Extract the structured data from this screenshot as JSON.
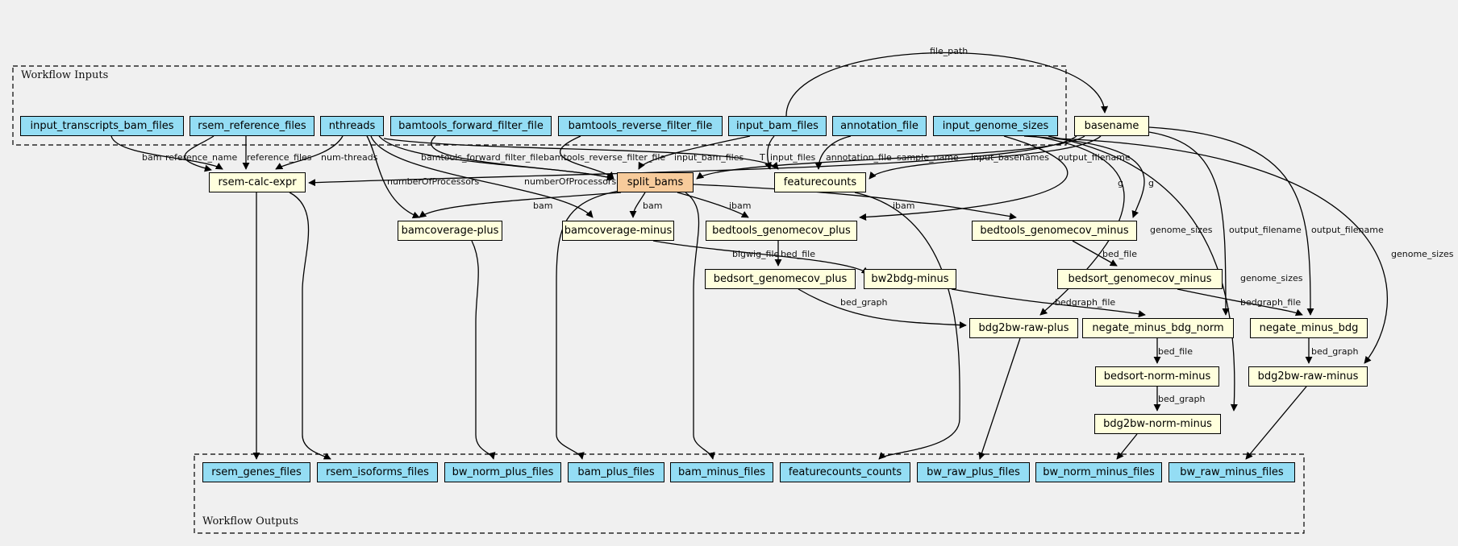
{
  "clusters": {
    "inputs": "Workflow Inputs",
    "outputs": "Workflow Outputs"
  },
  "inputs": {
    "input_transcripts_bam_files": "input_transcripts_bam_files",
    "rsem_reference_files": "rsem_reference_files",
    "nthreads": "nthreads",
    "bamtools_forward_filter_file": "bamtools_forward_filter_file",
    "bamtools_reverse_filter_file": "bamtools_reverse_filter_file",
    "input_bam_files": "input_bam_files",
    "annotation_file": "annotation_file",
    "input_genome_sizes": "input_genome_sizes"
  },
  "steps": {
    "basename": "basename",
    "rsem_calc_expr": "rsem-calc-expr",
    "split_bams": "split_bams",
    "featurecounts": "featurecounts",
    "bamcoverage_plus": "bamcoverage-plus",
    "bamcoverage_minus": "bamcoverage-minus",
    "bedtools_genomecov_plus": "bedtools_genomecov_plus",
    "bedtools_genomecov_minus": "bedtools_genomecov_minus",
    "bedsort_genomecov_plus": "bedsort_genomecov_plus",
    "bw2bdg_minus": "bw2bdg-minus",
    "bedsort_genomecov_minus": "bedsort_genomecov_minus",
    "bdg2bw_raw_plus": "bdg2bw-raw-plus",
    "negate_minus_bdg_norm": "negate_minus_bdg_norm",
    "negate_minus_bdg": "negate_minus_bdg",
    "bedsort_norm_minus": "bedsort-norm-minus",
    "bdg2bw_raw_minus": "bdg2bw-raw-minus",
    "bdg2bw_norm_minus": "bdg2bw-norm-minus"
  },
  "outputs": {
    "rsem_genes_files": "rsem_genes_files",
    "rsem_isoforms_files": "rsem_isoforms_files",
    "bw_norm_plus_files": "bw_norm_plus_files",
    "bam_plus_files": "bam_plus_files",
    "bam_minus_files": "bam_minus_files",
    "featurecounts_counts": "featurecounts_counts",
    "bw_raw_plus_files": "bw_raw_plus_files",
    "bw_norm_minus_files": "bw_norm_minus_files",
    "bw_raw_minus_files": "bw_raw_minus_files"
  },
  "edge_labels": {
    "file_path": "file_path",
    "bam": "bam",
    "reference_name": "reference_name",
    "reference_files": "reference_files",
    "num_threads": "num-threads",
    "numberOfProcessors": "numberOfProcessors",
    "bamtools_forward_filter_file": "bamtools_forward_filter_file",
    "bamtools_reverse_filter_file": "bamtools_reverse_filter_file",
    "input_bam_files": "input_bam_files",
    "T": "T",
    "input_files": "input_files",
    "annotation_file": "annotation_file",
    "sample_name": "sample_name",
    "input_basenames": "input_basenames",
    "output_filename": "output_filename",
    "g": "g",
    "ibam": "ibam",
    "genome_sizes": "genome_sizes",
    "bigwig_file": "bigwig_file",
    "bed_file": "bed_file",
    "bed_graph": "bed_graph",
    "bedgraph_file": "bedgraph_file"
  },
  "colors": {
    "background": "#f0f0f0",
    "io_node": "#94ddf4",
    "step_node": "#ffffdd",
    "hub_node": "#f7cb9b",
    "edge": "#000000"
  }
}
